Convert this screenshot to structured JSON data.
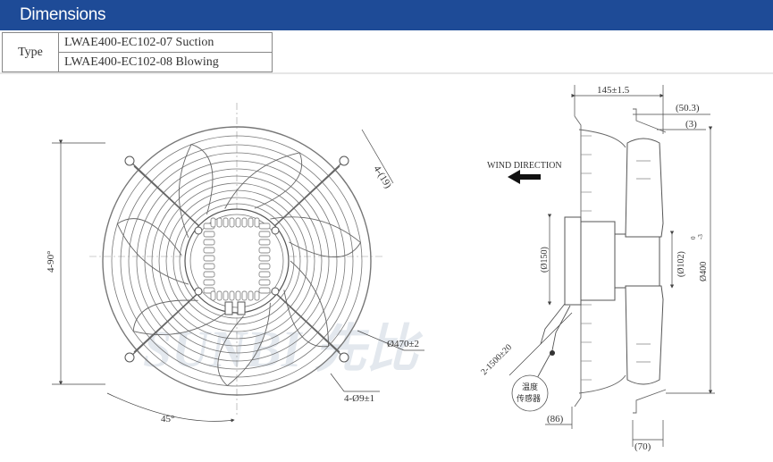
{
  "header": {
    "title": "Dimensions",
    "color": "#1e4b97"
  },
  "type_table": {
    "label": "Type",
    "rows": [
      "LWAE400-EC102-07 Suction",
      "LWAE400-EC102-08 Blowing"
    ]
  },
  "front_view": {
    "dim_slot": "4-(19)",
    "dim_angle": "4-90°",
    "dim_diameter": "Ø470±2",
    "dim_holes": "4-Ø9±1",
    "dim_45": "45°",
    "watermark": "SUNBI 先比"
  },
  "side_view": {
    "dim_depth": "145±1.5",
    "dim_50": "(50.3)",
    "dim_3": "(3)",
    "wind_direction": "WIND DIRECTION",
    "dim_150": "(Ø150)",
    "dim_102": "(Ø102)",
    "dim_400": "Ø400",
    "tol_upper": "0",
    "tol_lower": "-3",
    "cable": "2-1500±20",
    "sensor_line1": "温度",
    "sensor_line2": "传感器",
    "dim_86": "(86)",
    "dim_70": "(70)"
  }
}
